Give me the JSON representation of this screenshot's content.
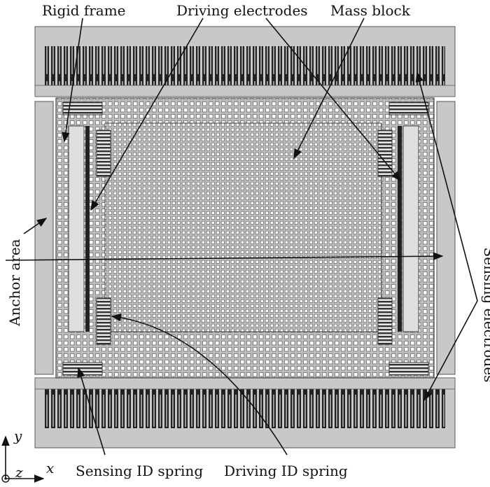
{
  "labels": {
    "rigid_frame": "Rigid frame",
    "driving_electrodes": "Driving electrodes",
    "mass_block": "Mass block",
    "anchor_area": "Anchor area",
    "sensing_electrodes": "Sensing electrodes",
    "sensing_id_spring": "Sensing ID spring",
    "driving_id_spring": "Driving ID spring"
  },
  "axes": {
    "y": "y",
    "x": "x",
    "z": "z"
  },
  "colors": {
    "electrode_dark": "#222222",
    "structure_gray": "#c8c8c8",
    "hole_fill": "#ffffff",
    "line": "#111111"
  }
}
